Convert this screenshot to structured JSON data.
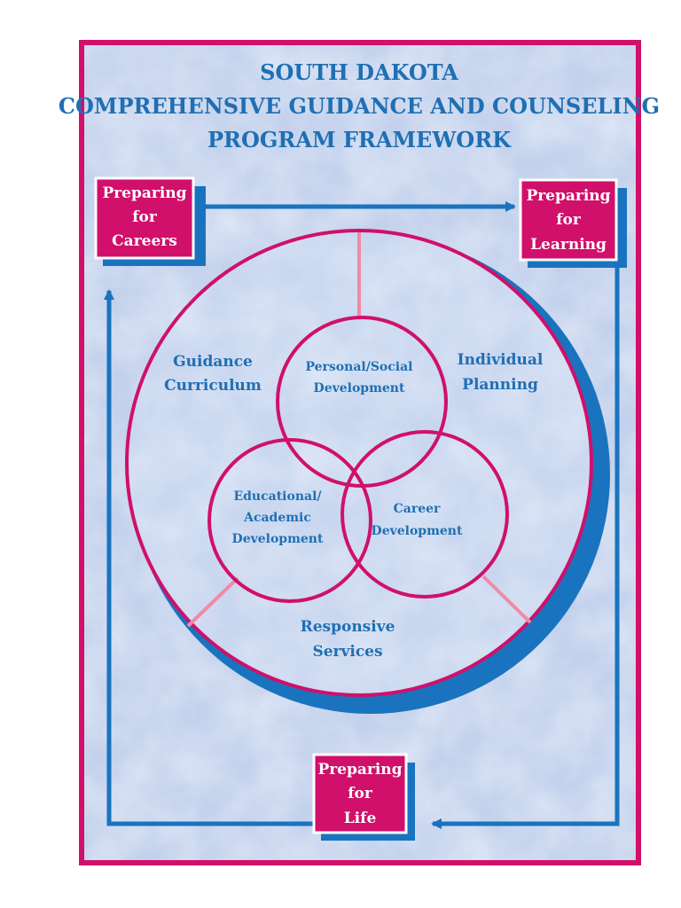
{
  "title": {
    "line1": "SOUTH DAKOTA",
    "line2": "COMPREHENSIVE GUIDANCE AND COUNSELING",
    "line3": "PROGRAM FRAMEWORK"
  },
  "boxes": {
    "careers": {
      "line1": "Preparing",
      "line2": "for",
      "line3": "Careers"
    },
    "learning": {
      "line1": "Preparing",
      "line2": "for",
      "line3": "Learning"
    },
    "life": {
      "line1": "Preparing",
      "line2": "for",
      "line3": "Life"
    }
  },
  "program_components": {
    "guidance_curriculum": {
      "line1": "Guidance",
      "line2": "Curriculum"
    },
    "individual_planning": {
      "line1": "Individual",
      "line2": "Planning"
    },
    "responsive_services": {
      "line1": "Responsive",
      "line2": "Services"
    }
  },
  "domains": {
    "personal_social": {
      "line1": "Personal/Social",
      "line2": "Development"
    },
    "educational_academic": {
      "line1": "Educational/",
      "line2": "Academic",
      "line3": "Development"
    },
    "career": {
      "line1": "Career",
      "line2": "Development"
    }
  },
  "colors": {
    "border": "#d0106a",
    "box_fill": "#d0106a",
    "shadow_blue": "#1a73bf",
    "text_blue": "#1f6fb3",
    "divider_pink": "#f08aa6",
    "background": "#c9d6ee"
  }
}
